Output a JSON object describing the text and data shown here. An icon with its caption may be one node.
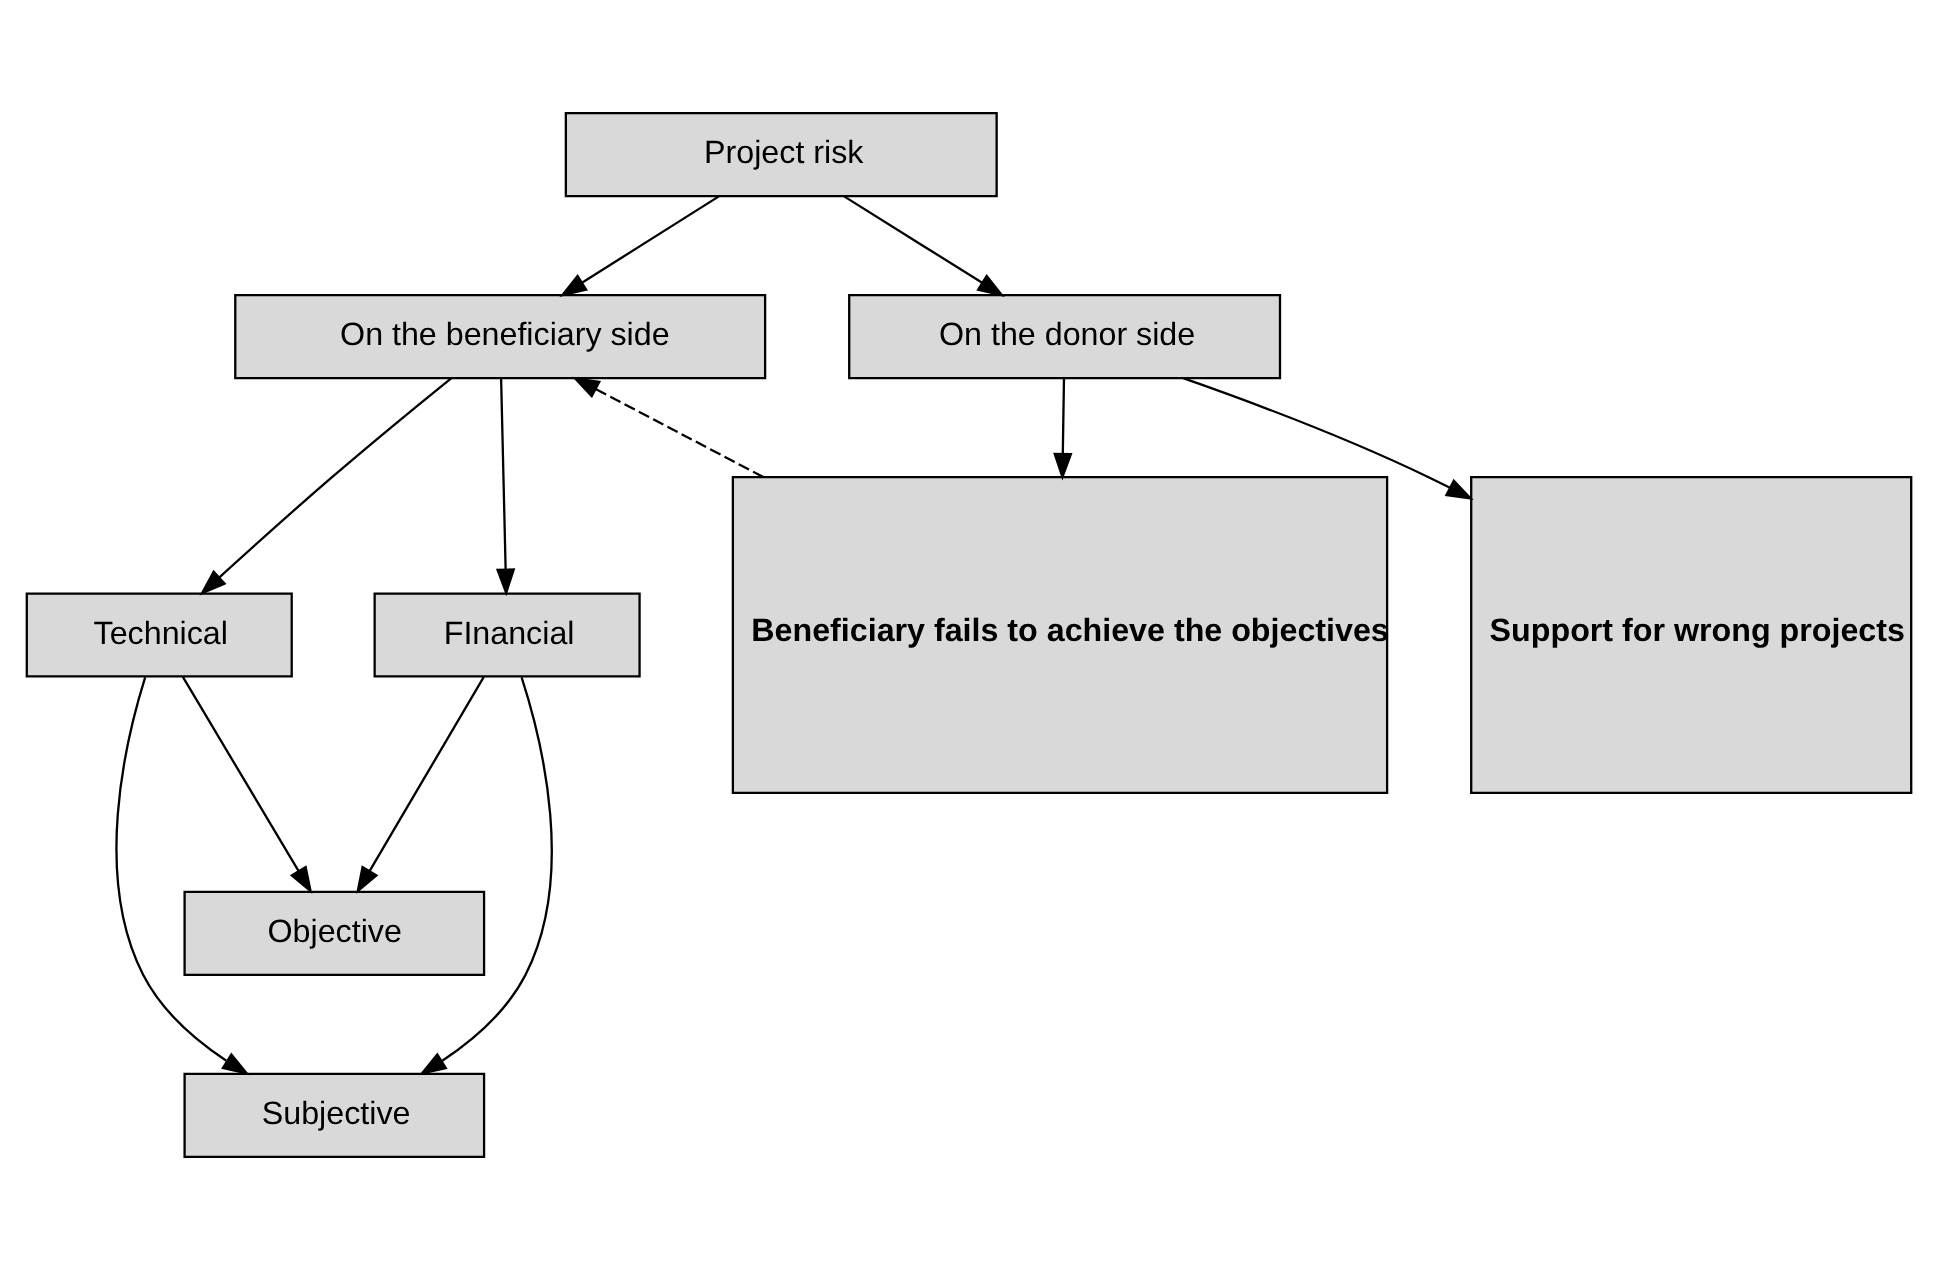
{
  "diagram": {
    "nodes": [
      {
        "text": [
          "Project risk"
        ]
      },
      {
        "text": [
          "On the beneficiary side"
        ]
      },
      {
        "text": [
          "On the donor side"
        ]
      },
      {
        "text": [
          "Technical"
        ]
      },
      {
        "text": [
          "FInancial"
        ]
      },
      {
        "text": [
          "Beneficiary fails to achieve the objectives"
        ]
      },
      {
        "text": [
          "Support for wrong projects"
        ]
      },
      {
        "text": [
          "Objective"
        ]
      },
      {
        "text": [
          "Subjective"
        ]
      }
    ],
    "edges": [
      {
        "from": 0,
        "to": 1,
        "arrow": "to"
      },
      {
        "from": 0,
        "to": 2,
        "arrow": "to"
      },
      {
        "from": 1,
        "to": 3,
        "arrow": "to"
      },
      {
        "from": 1,
        "to": 4,
        "arrow": "to"
      },
      {
        "from": 2,
        "to": 5,
        "arrow": "to"
      },
      {
        "from": 2,
        "to": 6,
        "arrow": "to"
      },
      {
        "from": 5,
        "to": 1,
        "arrow": "to",
        "style": "dashed"
      },
      {
        "from": 3,
        "to": 7,
        "arrow": "to"
      },
      {
        "from": 3,
        "to": 8,
        "arrow": "to"
      },
      {
        "from": 4,
        "to": 7,
        "arrow": "to"
      },
      {
        "from": 4,
        "to": 8,
        "arrow": "to"
      }
    ]
  }
}
